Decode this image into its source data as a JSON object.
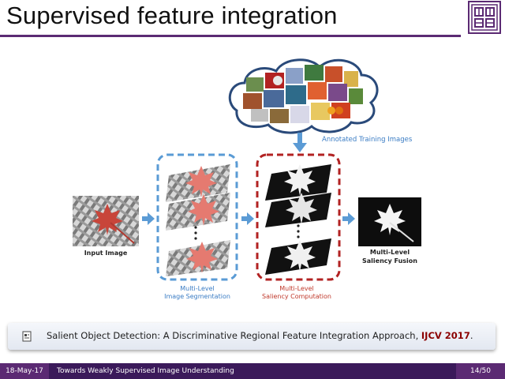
{
  "slide": {
    "title": "Supervised feature integration",
    "logo_icon": "university-seal-icon"
  },
  "figure": {
    "annotated_training_images": "Annotated Training Images",
    "input_image": "Input Image",
    "segmentation_line1": "Multi-Level",
    "segmentation_line2": "Image Segmentation",
    "saliency_line1": "Multi-Level",
    "saliency_line2": "Saliency Computation",
    "fusion_line1": "Multi-Level",
    "fusion_line2": "Saliency Fusion",
    "colors": {
      "segmentation_border": "#5a9bd5",
      "saliency_border": "#b22222",
      "arrow": "#5b9bd5",
      "caption_blue": "#3a7cc4",
      "caption_red": "#c0392b"
    }
  },
  "citation": {
    "icon": "document-icon",
    "text": "Salient Object Detection: A Discriminative Regional Feature Integration Approach,",
    "venue": "IJCV 2017",
    "end": "."
  },
  "footer": {
    "date": "18-May-17",
    "title": "Towards Weakly Supervised Image Understanding",
    "page": "14/50"
  }
}
